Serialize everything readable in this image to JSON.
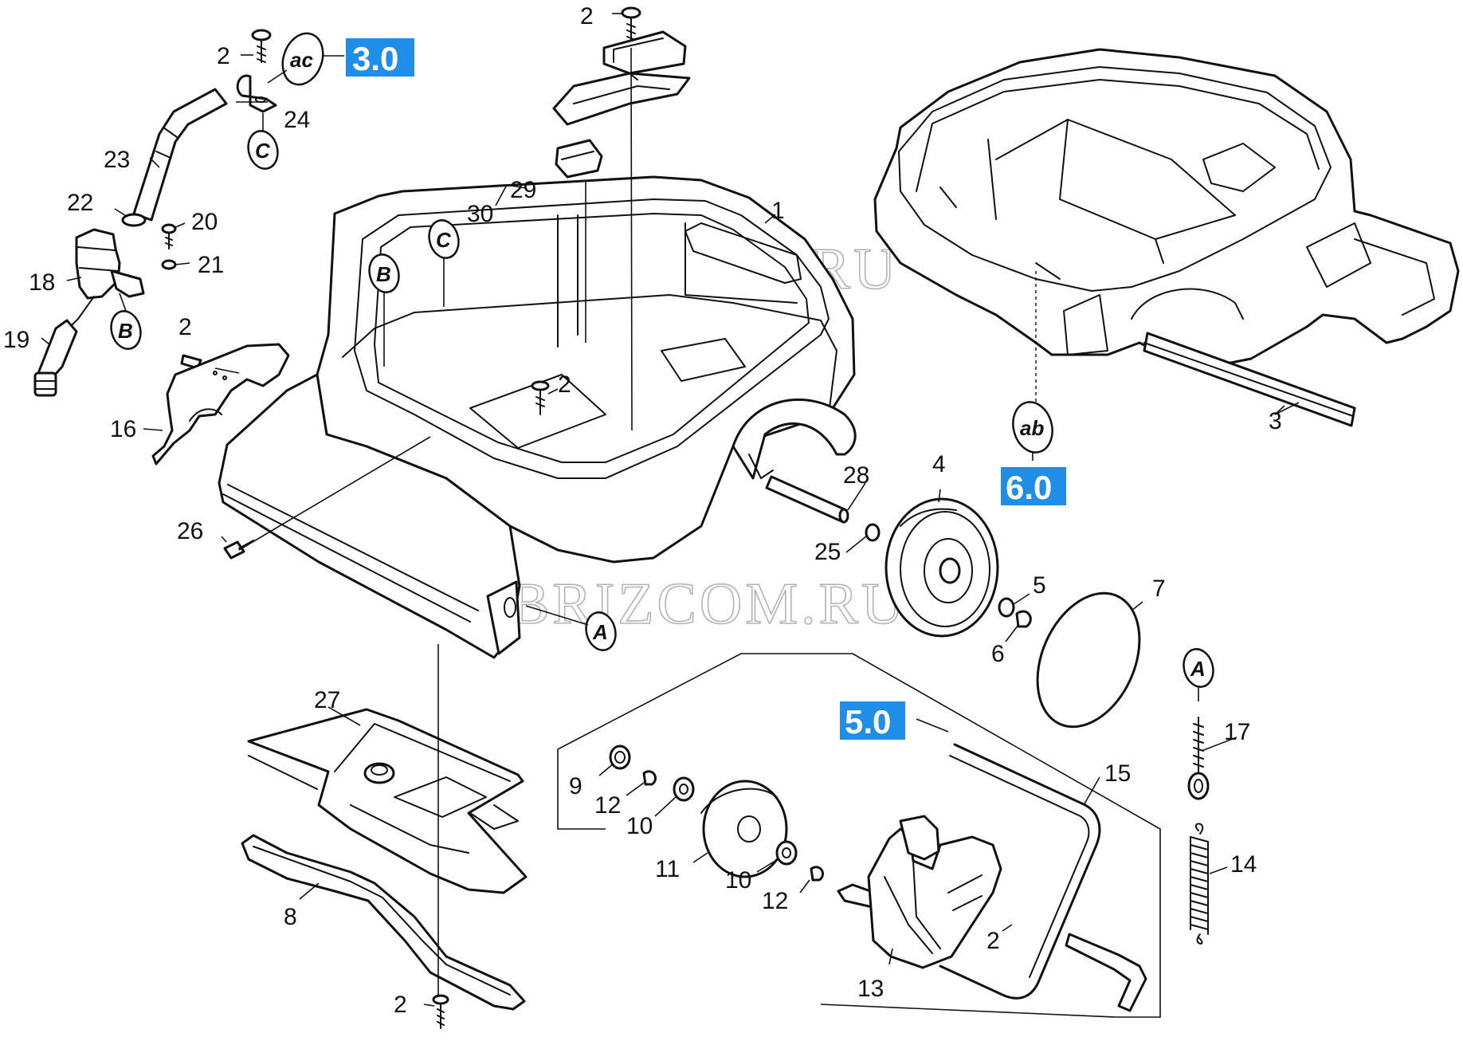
{
  "watermark": "BRIZCOM.RU",
  "section_boxes": {
    "s30": "3.0",
    "s60": "6.0",
    "s50": "5.0"
  },
  "refs": {
    "ac": "ac",
    "ab": "ab",
    "A": "A",
    "B": "B",
    "C": "C"
  },
  "labels": {
    "n1": "1",
    "n2": "2",
    "n3": "3",
    "n4": "4",
    "n5": "5",
    "n6": "6",
    "n7": "7",
    "n8": "8",
    "n9": "9",
    "n10": "10",
    "n11": "11",
    "n12": "12",
    "n13": "13",
    "n14": "14",
    "n15": "15",
    "n16": "16",
    "n17": "17",
    "n18": "18",
    "n19": "19",
    "n20": "20",
    "n21": "21",
    "n22": "22",
    "n23": "23",
    "n24": "24",
    "n25": "25",
    "n26": "26",
    "n27": "27",
    "n28": "28",
    "n29": "29",
    "n30": "30"
  }
}
